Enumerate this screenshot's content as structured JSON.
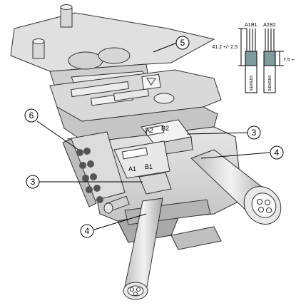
{
  "callouts": {
    "c5": "5",
    "c6": "6",
    "c3_top": "3",
    "c4_top": "4",
    "c3_left": "3",
    "c4_bottom": "4"
  },
  "pin_labels": {
    "top_a2": "A2",
    "top_b2": "B2",
    "front_a1": "A1",
    "front_b1": "B1"
  },
  "detail": {
    "header_a1": "A1",
    "header_b1": "B1",
    "header_a2": "A2",
    "header_b2": "B2",
    "dim_left": "41.2 +/- 2.5",
    "dim_right": "7.5 +",
    "cable_text_1": "SIEMENS",
    "cable_text_2": "SIEMENS"
  }
}
